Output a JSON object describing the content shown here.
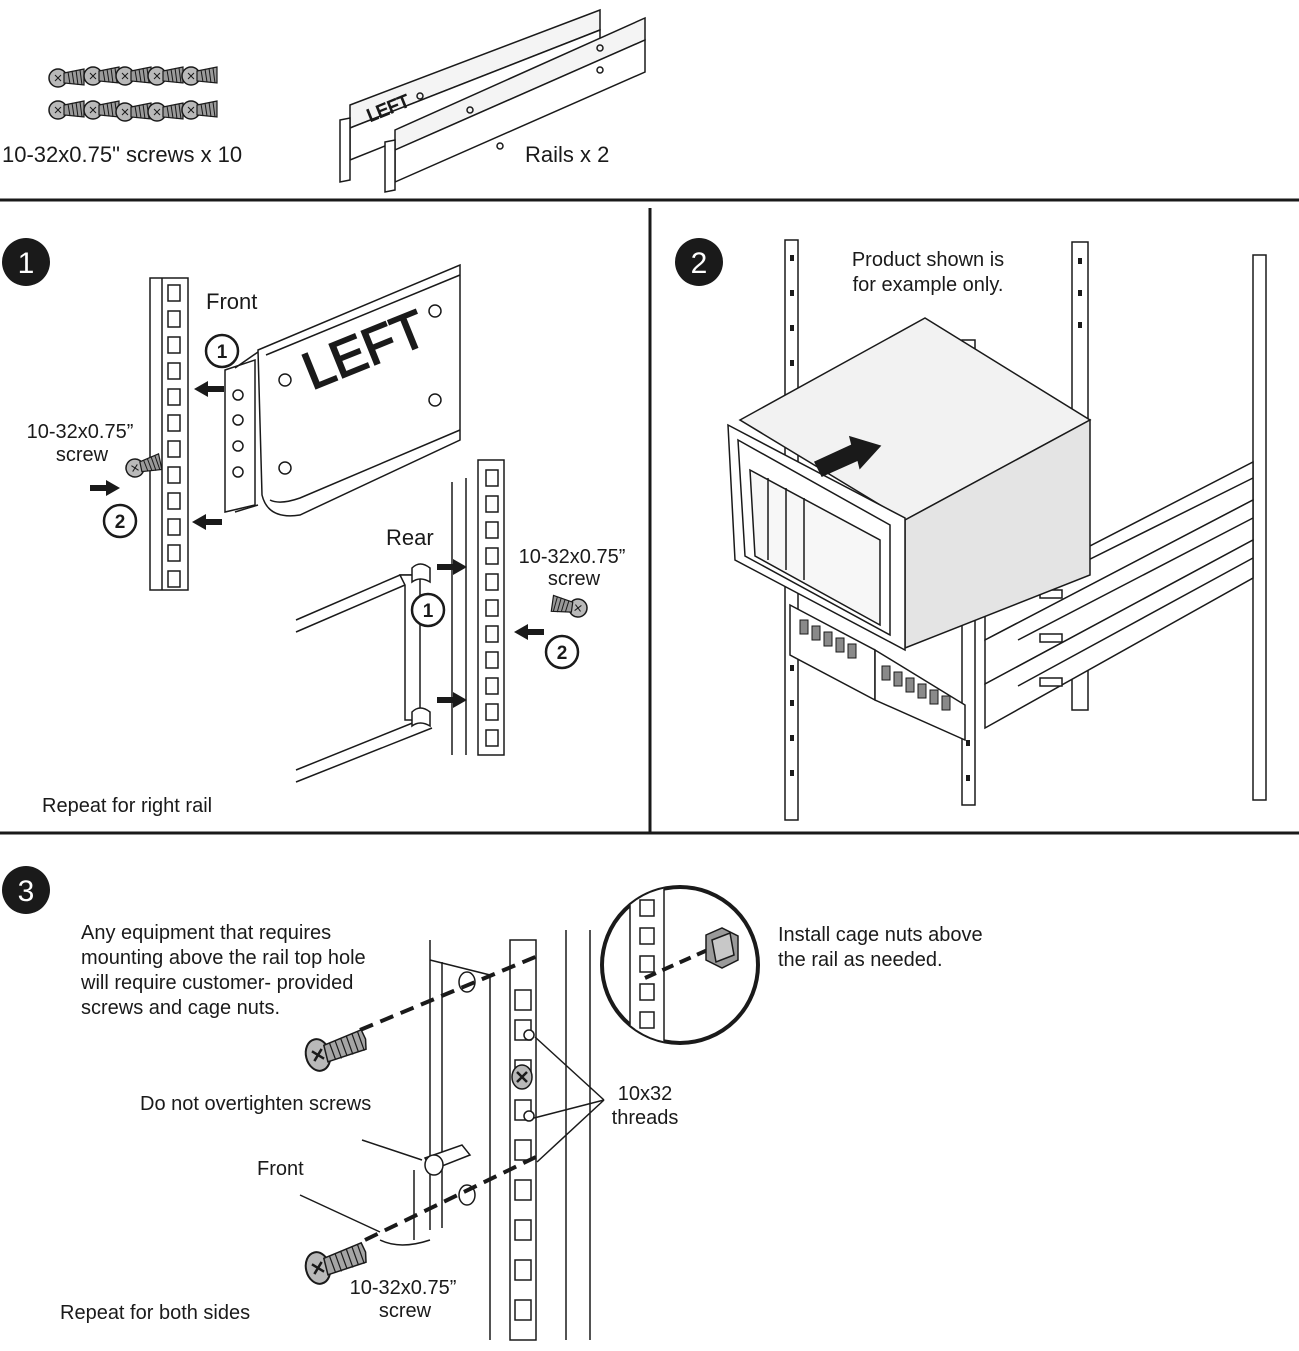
{
  "parts": {
    "screws_label": "10-32x0.75\" screws x 10",
    "rails_label": "Rails x 2",
    "rail_marking": "LEFT"
  },
  "step1": {
    "number": "1",
    "front_label": "Front",
    "rear_label": "Rear",
    "screw_label_front_line1": "10-32x0.75”",
    "screw_label_front_line2": "screw",
    "screw_label_rear_line1": "10-32x0.75”",
    "screw_label_rear_line2": "screw",
    "callout_1": "1",
    "callout_2": "2",
    "rail_marking": "LEFT",
    "repeat_note": "Repeat for right rail"
  },
  "step2": {
    "number": "2",
    "note_line1": "Product shown is",
    "note_line2": "for example only."
  },
  "step3": {
    "number": "3",
    "note_lines": [
      "Any equipment that requires",
      "mounting above the rail top hole",
      "will require customer- provided",
      "screws and cage nuts."
    ],
    "overtighten_note": "Do not overtighten screws",
    "front_label": "Front",
    "threads_line1": "10x32",
    "threads_line2": "threads",
    "cage_note_line1": "Install cage nuts above",
    "cage_note_line2": "the rail as needed.",
    "screw_label_line1": "10-32x0.75”",
    "screw_label_line2": "screw",
    "repeat_note": "Repeat for both sides"
  },
  "colors": {
    "ink": "#1a1a1a",
    "metal": "#b9b9b9",
    "panel": "#ececec",
    "badge": "#1a1a1a"
  }
}
